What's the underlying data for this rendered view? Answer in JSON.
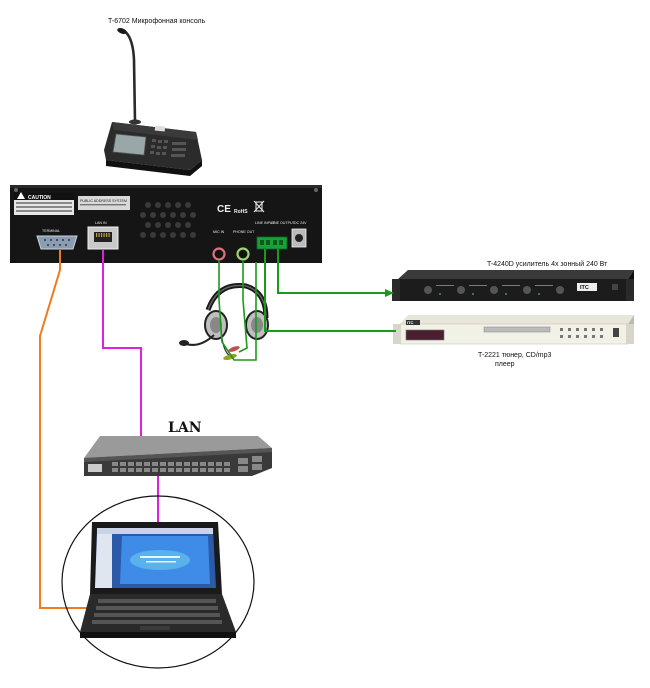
{
  "labels": {
    "console": "T-6702 Микрофонная консоль",
    "amplifier": "T-4240D усилитель 4х зонный 240 Вт",
    "tuner_line1": "T-2221 тюнер, CD/mp3",
    "tuner_line2": "плеер",
    "lan": "LAN"
  },
  "panel_text": {
    "caution": "CAUTION",
    "terminal": "TERMINAL",
    "lan_in": "LAN IN",
    "mic_in": "MIC IN",
    "phone_out": "PHONE OUT",
    "line_input": "LINE INPUT",
    "line_output": "LINE OUTPUT",
    "dc": "DC 24V",
    "model_plate": "PUBLIC ADDRESS SYSTEM",
    "ce": "CE",
    "rohs": "RoHS"
  },
  "device_brand": "ITC",
  "cable_colors": {
    "serial": "#f07a1c",
    "lan": "#e020e0",
    "audio": "#1a9a1a"
  },
  "icons": [
    "microphone-console-icon",
    "headset-icon",
    "network-switch-icon",
    "laptop-icon",
    "amplifier-icon",
    "tuner-icon"
  ]
}
